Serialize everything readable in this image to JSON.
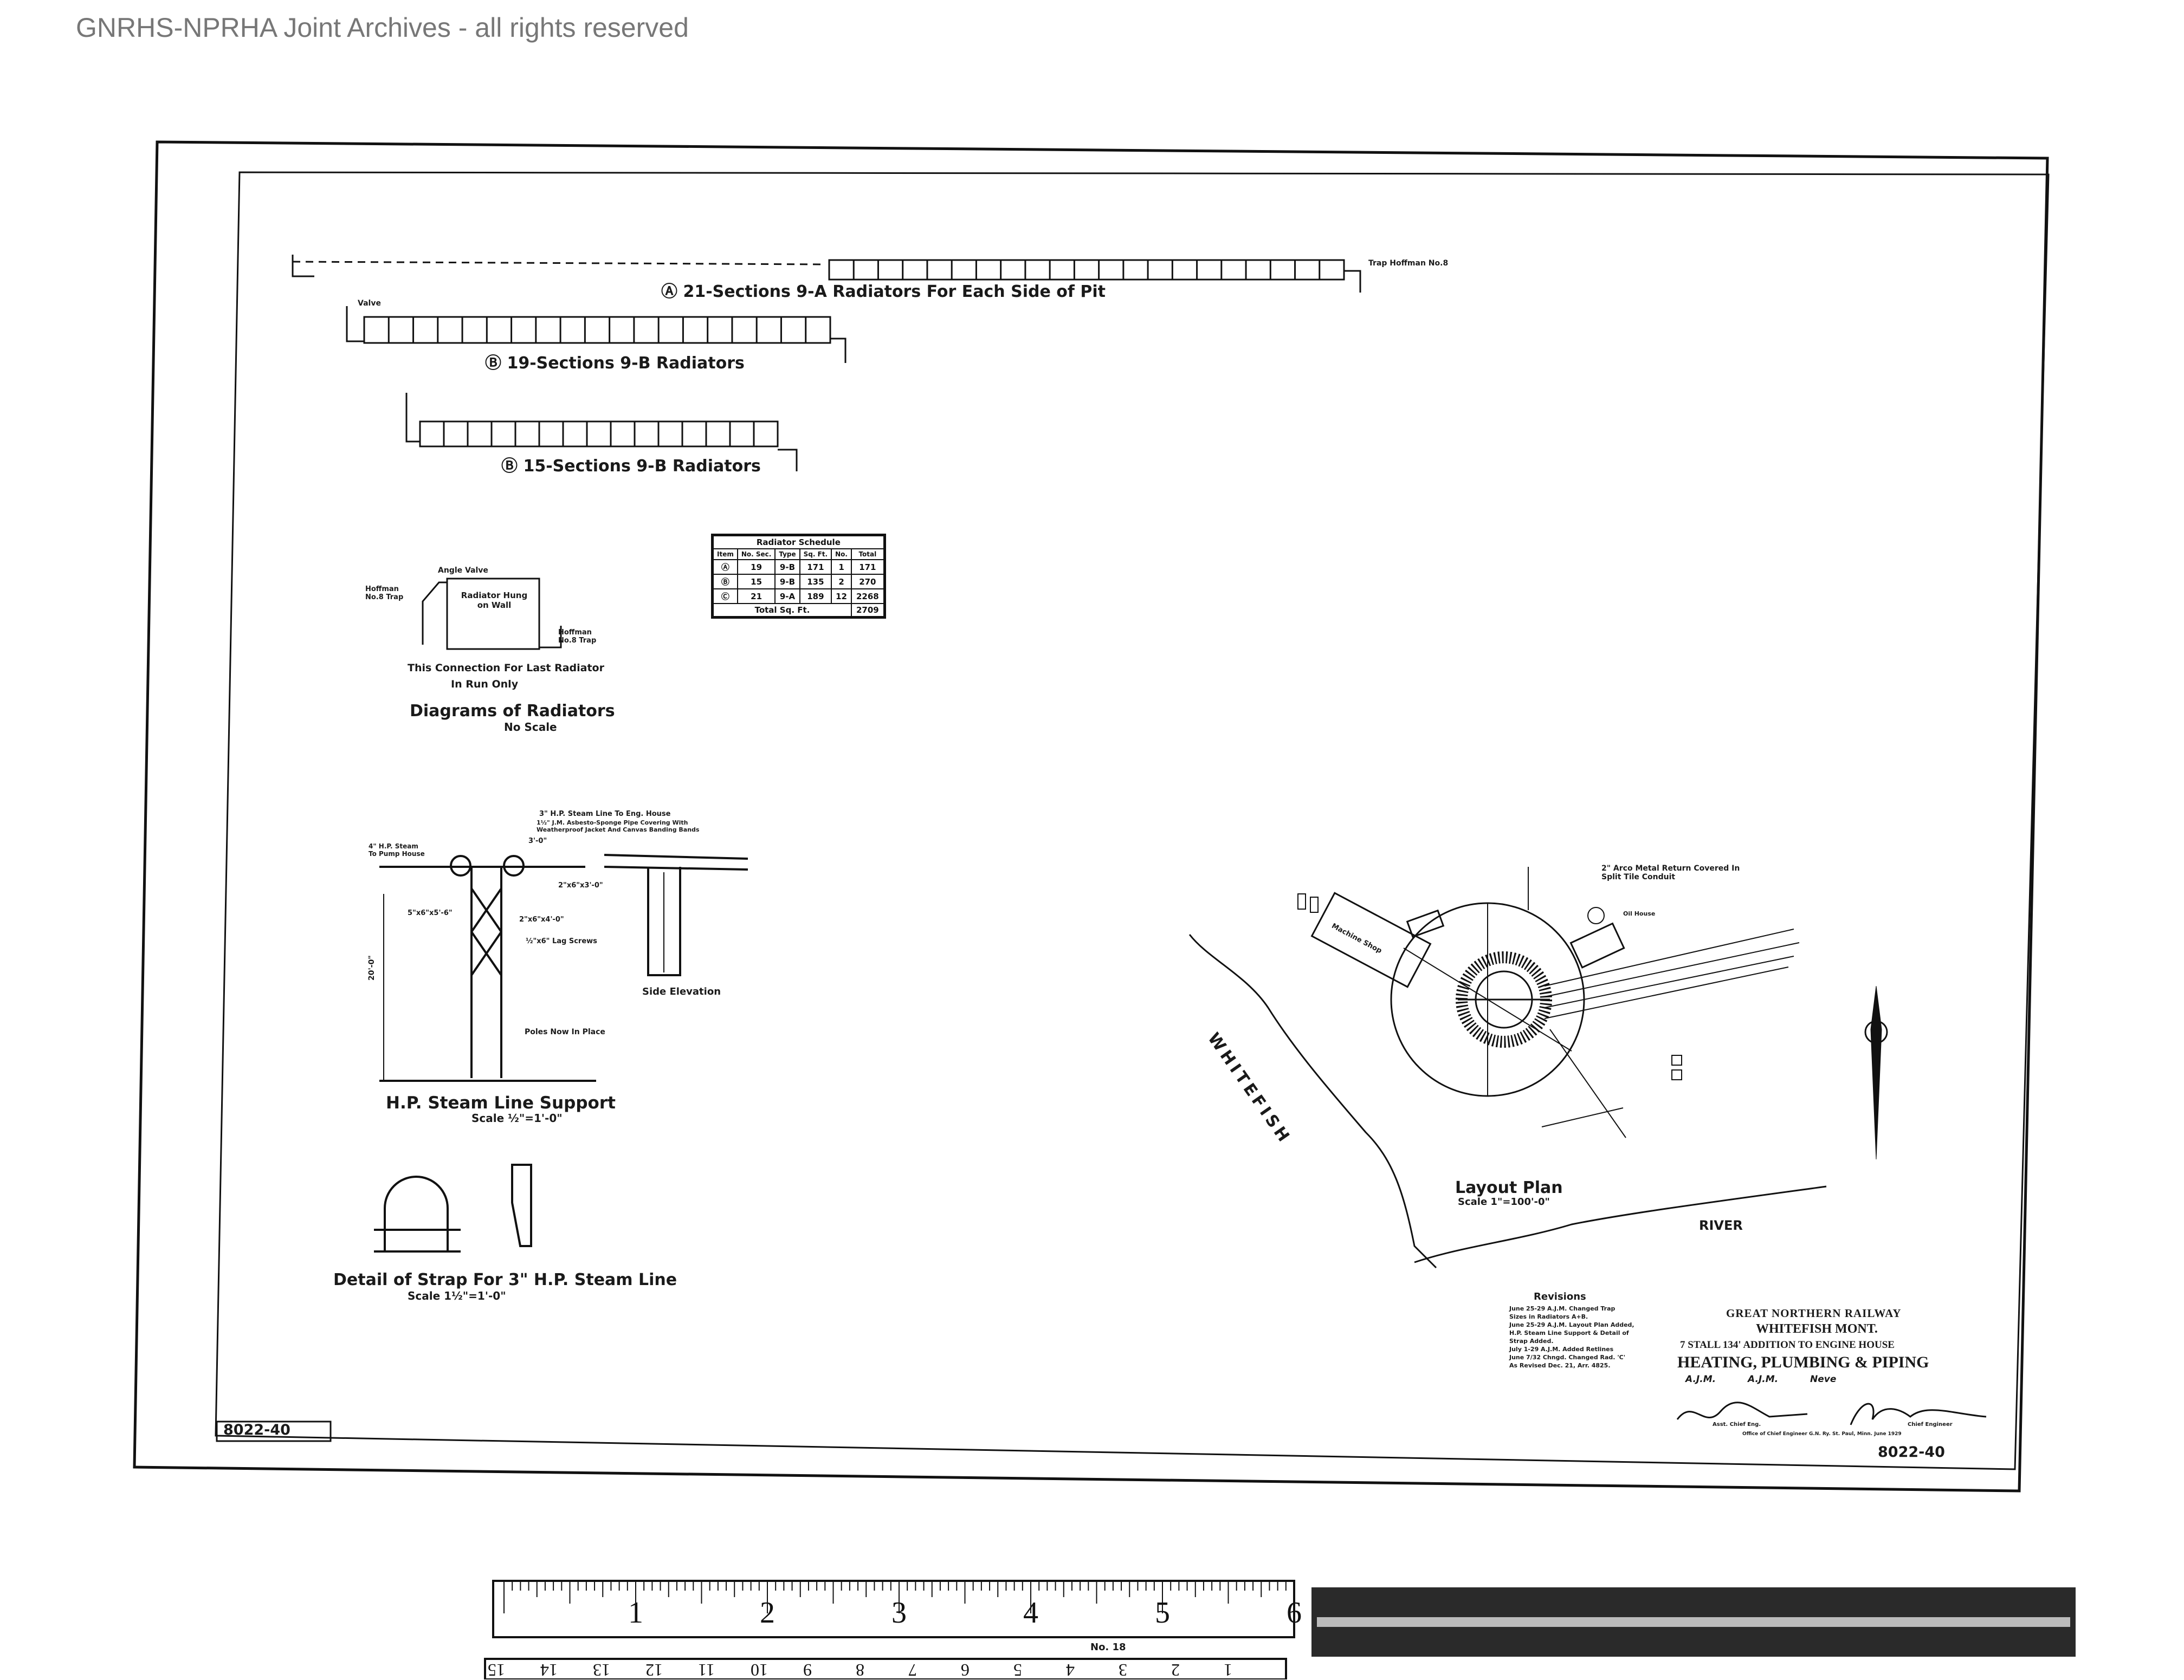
{
  "watermark": "GNRHS-NPRHA Joint Archives - all rights reserved",
  "drawing_number": "8022-40",
  "radiators": {
    "a_label": "Ⓐ 21-Sections 9-A Radiators For Each Side of Pit",
    "b1_label": "Ⓑ 19-Sections 9-B Radiators",
    "b2_label": "Ⓑ 15-Sections 9-B Radiators",
    "valve": "Valve",
    "trap": "Trap Hoffman No.8"
  },
  "schedule": {
    "title": "Radiator Schedule",
    "headers": [
      "Item",
      "No. Sec.",
      "Type",
      "Sq. Ft.",
      "No.",
      "Total"
    ],
    "rows": [
      [
        "Ⓐ",
        "19",
        "9-B",
        "171",
        "1",
        "171"
      ],
      [
        "Ⓑ",
        "15",
        "9-B",
        "135",
        "2",
        "270"
      ],
      [
        "Ⓒ",
        "21",
        "9-A",
        "189",
        "12",
        "2268"
      ]
    ],
    "total_label": "Total Sq. Ft.",
    "total_value": "2709"
  },
  "diagram": {
    "valve": "Angle Valve",
    "hoffman": "Hoffman No.8 Trap",
    "radiator": "Radiator Hung on Wall",
    "trap2": "Hoffman No.8 Trap",
    "note1": "This Connection For Last Radiator",
    "note2": "In Run Only",
    "title": "Diagrams of Radiators",
    "scale": "No Scale"
  },
  "support": {
    "line1": "3\" H.P. Steam Line To Eng. House",
    "line2": "1½\" J.M. Asbesto-Sponge Pipe Covering With Weatherproof Jacket And Canvas Banding Bands",
    "left_note": "4\" H.P. Steam To Pump House",
    "c1": "3'-0\"",
    "c2": "2\"x6\"x3'-0\"",
    "c3": "2\"x6\"x4'-0\"",
    "c4": "5\"x6\"x5'-6\"",
    "c5": "½\"x6\" Lag Screws",
    "c6": "Poles Now In Place",
    "height": "20'-0\"",
    "side": "Side Elevation",
    "title": "H.P. Steam Line Support",
    "scale": "Scale ½\"=1'-0\""
  },
  "strap": {
    "title": "Detail of Strap For 3\" H.P. Steam Line",
    "scale": "Scale 1½\"=1'-0\""
  },
  "layout": {
    "note": "2\" Arco Metal Return Covered In Split Tile Conduit",
    "machine_shop": "Machine Shop",
    "oil_house": "Oil House",
    "whitefish": "WHITEFISH",
    "river": "RIVER",
    "title": "Layout Plan",
    "scale": "Scale 1\"=100'-0\""
  },
  "revisions": {
    "title": "Revisions",
    "lines": [
      "June 25-29 A.J.M. Changed Trap",
      "Sizes in Radiators A+B.",
      "June 25-29 A.J.M. Layout Plan Added,",
      "H.P. Steam Line Support & Detail of",
      "Strap Added.",
      "July 1-29 A.J.M. Added Retlines",
      "June 7/32 Chngd. Changed Rad. 'C'",
      "As Revised Dec. 21, Arr. 4825."
    ]
  },
  "title_block": {
    "company": "GREAT NORTHERN RAILWAY",
    "location": "WHITEFISH MONT.",
    "subject": "7 STALL 134' ADDITION TO ENGINE HOUSE",
    "title": "HEATING, PLUMBING & PIPING",
    "drawn": "A.J.M.",
    "traced": "A.J.M.",
    "checked": "Neve",
    "approved_title": "Chief Engineer",
    "asst_title": "Asst. Chief Eng.",
    "office": "Office of Chief Engineer G.N. Ry. St. Paul, Minn. June 1929"
  },
  "ruler": {
    "numbers": [
      "1",
      "2",
      "3",
      "4",
      "5",
      "6"
    ],
    "bottom_numbers": [
      "15",
      "14",
      "13",
      "12",
      "11",
      "10",
      "9",
      "8",
      "7",
      "6",
      "5",
      "4",
      "3",
      "2",
      "1"
    ],
    "maker": "No. 18"
  }
}
